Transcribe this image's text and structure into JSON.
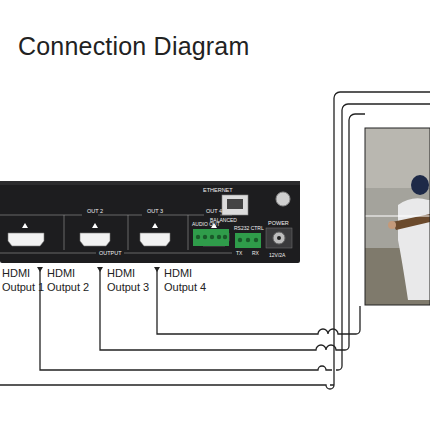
{
  "diagram": {
    "title": "Connection Diagram",
    "labels": [
      "OUT 2",
      "OUT 3",
      "OUT 4",
      "OUTPUT",
      "ETHERNET",
      "AUDIO OUT",
      "BALANCED",
      "RS232 CTRL",
      "TX",
      "RX",
      "POWER",
      "12V/2A",
      "HDMI Output 1",
      "HDMI Output 2",
      "HDMI Output 3",
      "HDMI Output 4"
    ]
  }
}
